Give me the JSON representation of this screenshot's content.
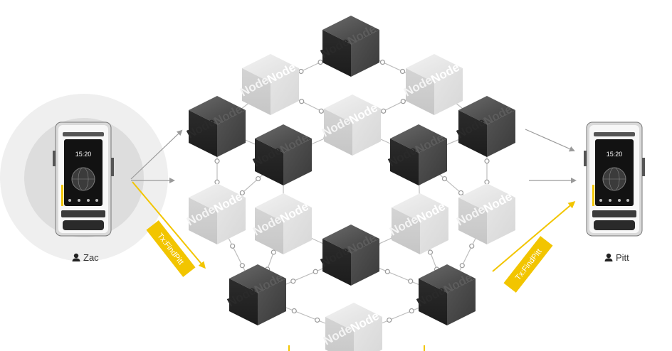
{
  "diagram": {
    "node_label": "Node",
    "sender": {
      "name": "Zac",
      "icon": "user-icon"
    },
    "receiver": {
      "name": "Pitt",
      "icon": "user-icon"
    },
    "transaction_label": "Tx:FindPitt",
    "phone_screen": {
      "time": "15:20",
      "date": ""
    },
    "colors": {
      "dark_node": "#4a4a4a",
      "light_node": "#e4e4e4",
      "accent": "#f2c500",
      "link": "#bdbdbd",
      "halo_outer": "#eeeeee",
      "halo_inner": "#d9d9d9"
    }
  }
}
